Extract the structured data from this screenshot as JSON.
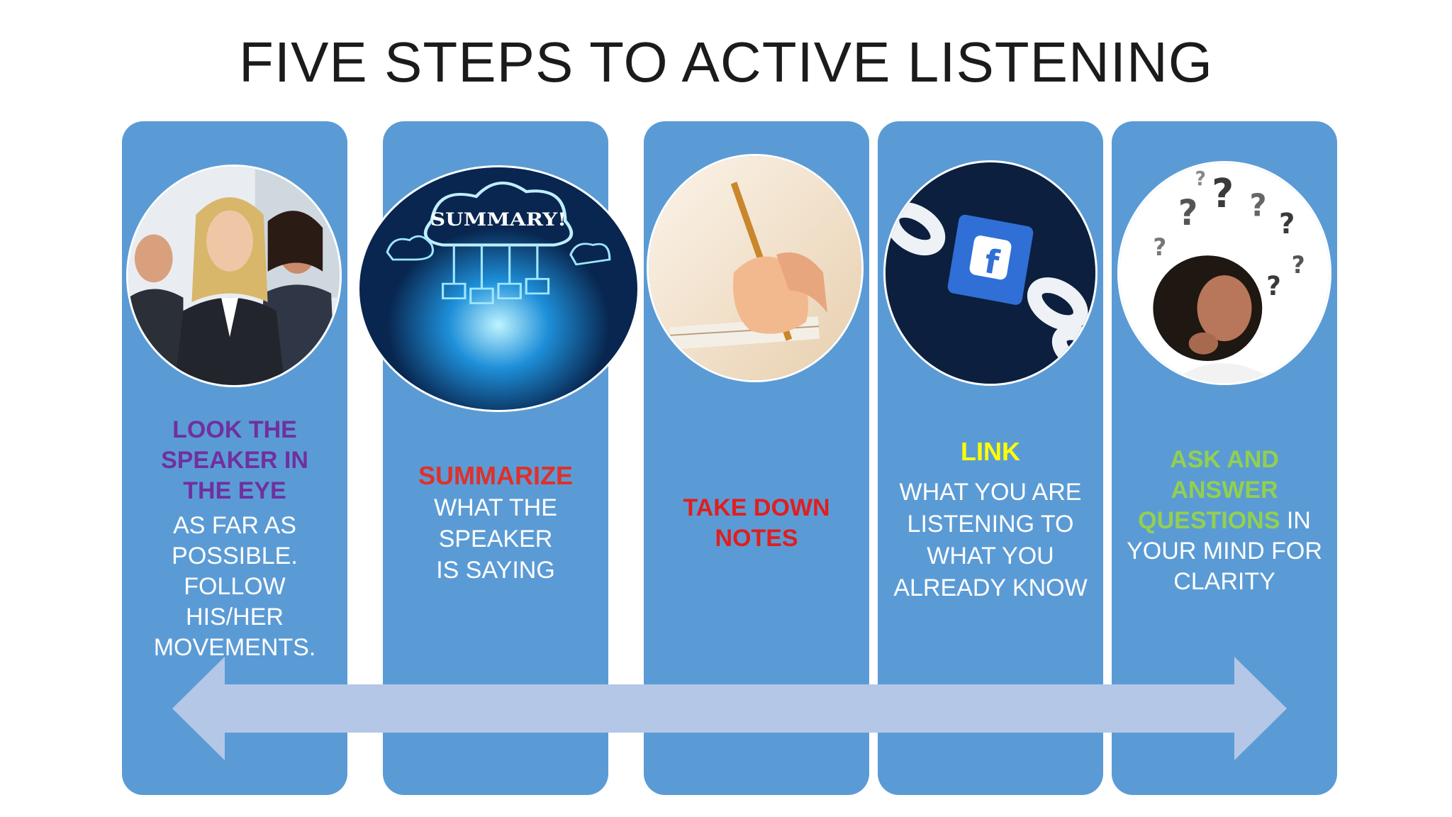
{
  "title": "FIVE STEPS TO ACTIVE LISTENING",
  "steps": [
    {
      "highlight": "LOOK THE SPEAKER IN THE EYE",
      "highlight_color": "#7030a0",
      "body": "AS FAR AS POSSIBLE. FOLLOW HIS/HER MOVEMENTS."
    },
    {
      "highlight": "SUMMARIZE",
      "highlight_color": "#e0302a",
      "body": "WHAT THE SPEAKER IS SAYING",
      "image_text": "SUMMARY!"
    },
    {
      "highlight": "TAKE DOWN NOTES",
      "highlight_color": "#e01e1e",
      "body": ""
    },
    {
      "highlight": "LINK",
      "highlight_color": "#ffff00",
      "body": "WHAT YOU ARE LISTENING TO WHAT YOU ALREADY KNOW",
      "image_text": "f"
    },
    {
      "highlight": "ASK AND ANSWER QUESTIONS",
      "highlight_color": "#92d050",
      "body": " IN YOUR MIND FOR CLARITY"
    }
  ],
  "colors": {
    "panel": "#5b9bd5",
    "arrow": "#b4c7e7"
  },
  "icons": [
    "business-people-photo",
    "summary-cloud-image",
    "writing-hand-photo",
    "facebook-chain-image",
    "question-marks-woman-photo",
    "double-headed-arrow"
  ]
}
